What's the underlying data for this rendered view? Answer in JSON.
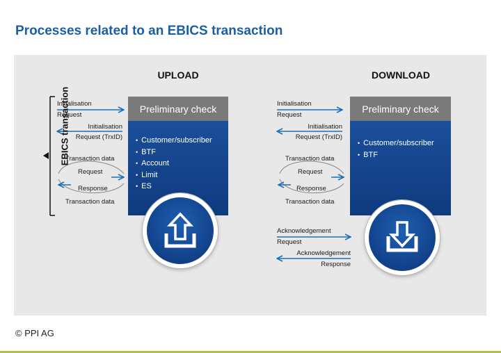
{
  "title": "Processes related to an EBICS transaction",
  "side_label": "EBICS transaction",
  "upload": {
    "heading": "UPLOAD",
    "prelim_label": "Preliminary check",
    "checks": [
      "Customer/subscriber",
      "BTF",
      "Account",
      "Limit",
      "ES"
    ],
    "icon": "upload-icon",
    "arrows": {
      "init_request_1": "Initialisation",
      "init_request_2": "Request",
      "init_response_1": "Initialisation",
      "init_response_2": "Request (TrxID)",
      "data_top": "Transaction data",
      "request": "Request",
      "response": "Response",
      "data_bottom": "Transaction data"
    }
  },
  "download": {
    "heading": "DOWNLOAD",
    "prelim_label": "Preliminary check",
    "checks": [
      "Customer/subscriber",
      "BTF"
    ],
    "icon": "download-icon",
    "arrows": {
      "init_request_1": "Initialisation",
      "init_request_2": "Request",
      "init_response_1": "Initialisation",
      "init_response_2": "Request (TrxID)",
      "data_top": "Transaction data",
      "request": "Request",
      "response": "Response",
      "data_bottom": "Transaction data",
      "ack_request_1": "Acknowledgement",
      "ack_request_2": "Request",
      "ack_response_1": "Acknowledgement",
      "ack_response_2": "Response"
    }
  },
  "copyright": "© PPI AG",
  "colors": {
    "title": "#1a5fa6",
    "arrow": "#1a6fb5",
    "prelim": "#7a7a7a",
    "box": "#0f3a7e",
    "panel": "#e8e8e8",
    "accent_line": "#a8c23a"
  }
}
